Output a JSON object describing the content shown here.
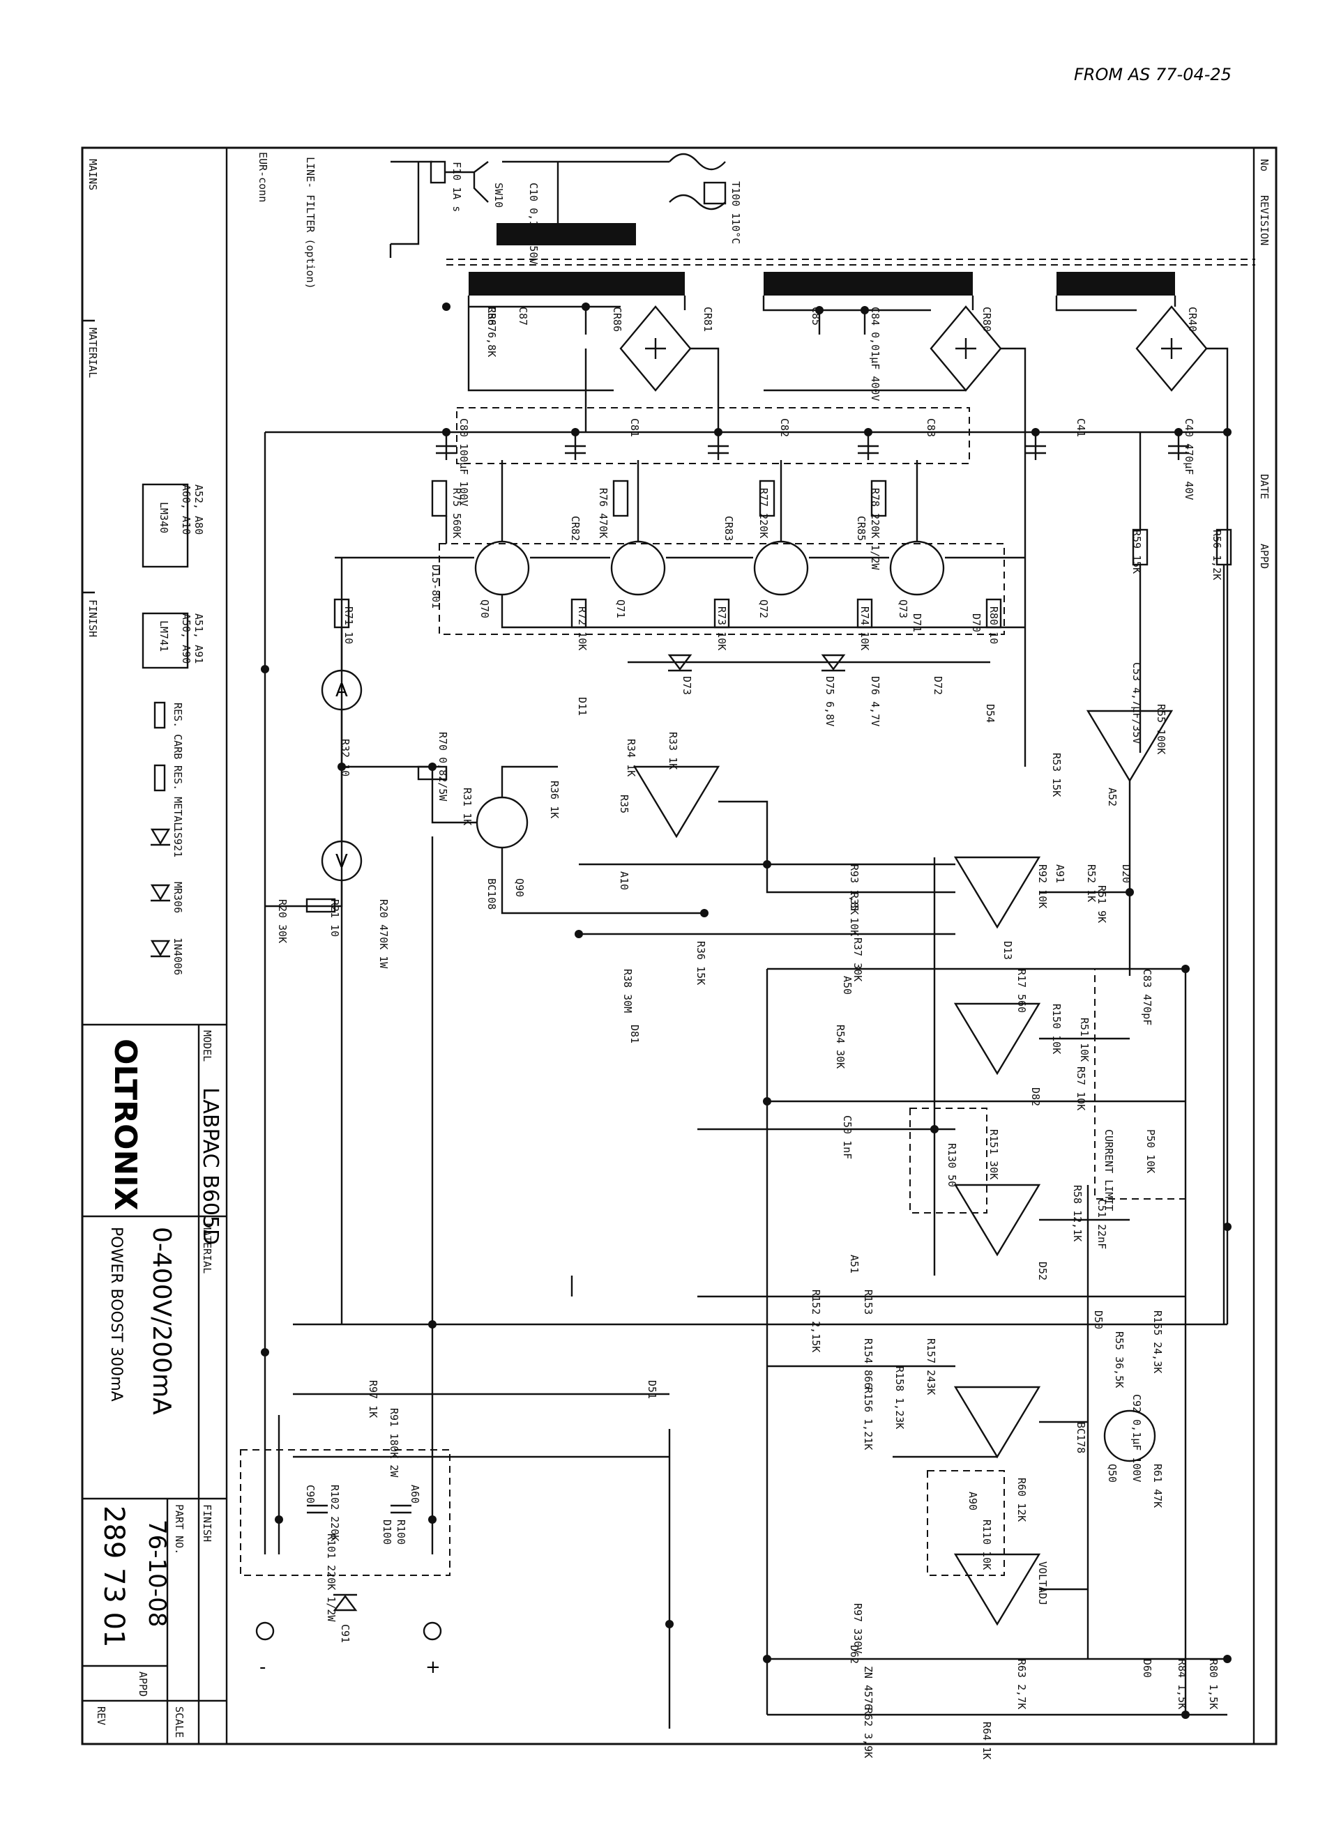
{
  "stamp": "FROM AS 77-04-25",
  "title_block": {
    "logo": "OLTRONIX",
    "model_label": "MODEL",
    "model": "LABPAC B605D",
    "material_label": "MATERIAL",
    "material_label_2": "MATERIAL",
    "finish_label": "FINISH",
    "finish_label_2": "FINISH",
    "part_no_label": "PART NO.",
    "scale_label": "SCALE",
    "appd_label": "APPD",
    "rev_label": "REV",
    "description_1": "0-400V/200mA",
    "description_2": "POWER BOOST 300mA",
    "date": "76-10-08",
    "drawing_number": "289  73  01"
  },
  "revision_strip": {
    "no": "No",
    "revision": "REVISION",
    "date": "DATE",
    "appd": "APPD"
  },
  "legend": {
    "ic1_label": "A52, A80\nA60, A10",
    "ic1_part": "LM340",
    "ic2_label": "A51, A91\nA50, A90",
    "ic2_part": "LM741",
    "res_carb": "RES. CARB",
    "res_metal": "RES. METAL",
    "zener_1": "1S921",
    "zener_2": "MR306",
    "diode": "1N4006"
  },
  "mains": {
    "label": "MAINS",
    "fuse": "F10 1A s",
    "switch": "SW10",
    "cap": "C10 0,1µ 250V",
    "thermal": "T100 110°C",
    "filter": "LINE- FILTER (option)",
    "eur": "EUR-conn"
  },
  "components": [
    "CR87",
    "C87",
    "CR86",
    "CR81",
    "C85",
    "C84 0,01µF 400V",
    "CR80",
    "CR40",
    "C80 100µF 100V",
    "C81",
    "C82",
    "C83",
    "C41",
    "C40 470µF 40V",
    "R75 560K",
    "R76 470K",
    "CR82",
    "R77 220K",
    "CR83",
    "R78 220K 1/2W",
    "CR85",
    "R59 15K",
    "R56 1,2K",
    "Q70",
    "Q71",
    "Q72",
    "Q73",
    "D15-801",
    "R71 10",
    "R72 10K",
    "R73 10K",
    "R74 10K",
    "R80 10",
    "D70",
    "D71",
    "D73",
    "D75 6,8V",
    "D76 4,7V",
    "D72",
    "D11",
    "C53 4,7µF/35V",
    "R55 100K",
    "D54",
    "R53 15K",
    "A52",
    "R33 1K",
    "R34 1K",
    "R35",
    "R36 1K",
    "A10",
    "R32 10",
    "R70 0,82/5W",
    "R31 1K",
    "BC108",
    "Q90",
    "R21 10",
    "R20 30K",
    "R20 470K 1W",
    "D20",
    "R52 1K",
    "R51 9K",
    "D13",
    "A91",
    "R92 10K",
    "R93 1,8K",
    "R35 10K",
    "R37 30K",
    "R36 15K",
    "R17 560",
    "C83 470pF",
    "R38 30M",
    "D81",
    "D82",
    "A50",
    "R54 30K",
    "R150 10K",
    "R51 10K",
    "R57 10K",
    "C50 1nF",
    "R151 30K",
    "R130 50",
    "CURRENT LIMIT",
    "P50 10K",
    "R58 12,1K",
    "C51 22nF",
    "D52",
    "A51",
    "R153",
    "R152 2,15K",
    "R154 866",
    "R157 243K",
    "R158 1,23K",
    "R156 1,21K",
    "R155 24,3K",
    "R55 36,5K",
    "D50",
    "D51",
    "R97 1K",
    "R91 180K 2W",
    "C92 0,1µF 100V",
    "R61 47K",
    "Q50",
    "BC178",
    "R60 12K",
    "A90",
    "R110 10K",
    "VOLTADJ",
    "A60",
    "R100",
    "C90",
    "R102 220K",
    "R101 220K 1/2W",
    "C91",
    "D100",
    "R97 330V",
    "D62",
    "ZN 4576",
    "R62 3,9K",
    "R63 2,7K",
    "R64 1K",
    "D60",
    "R84 1,5K",
    "R80 1,5K",
    "R86 6,8K"
  ],
  "meters": {
    "ammeter": "A",
    "voltmeter": "V"
  },
  "terminals": {
    "negative": "-",
    "positive": "+"
  }
}
